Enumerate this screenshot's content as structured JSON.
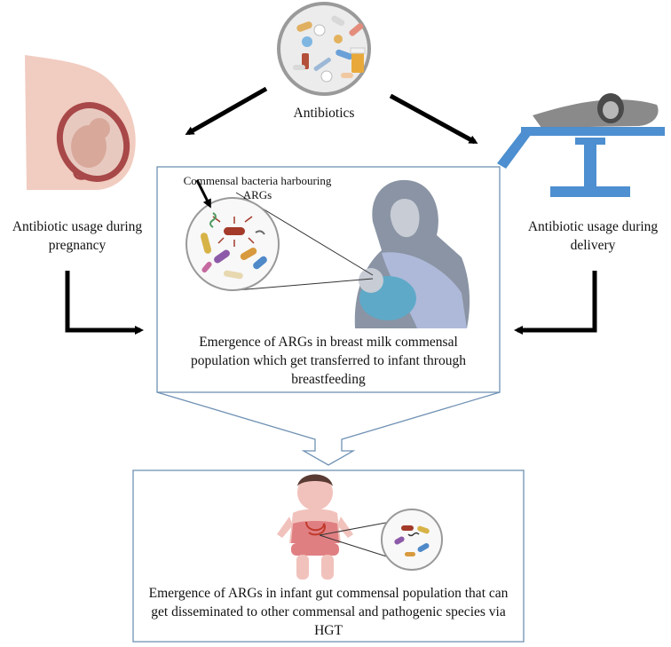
{
  "labels": {
    "antibiotics": "Antibiotics",
    "pregnancy": "Antibiotic usage during pregnancy",
    "delivery": "Antibiotic usage during delivery",
    "commensal": "Commensal bacteria harbouring ARGs",
    "breast_milk": "Emergence of ARGs in breast milk commensal population which get transferred to infant through breastfeeding",
    "infant_gut": "Emergence of ARGs in infant gut commensal population that can get disseminated to other commensal and pathogenic species via HGT"
  },
  "icons": [
    "pills-circle-icon",
    "pregnant-womb-icon",
    "delivery-table-icon",
    "breastfeeding-mother-icon",
    "bacteria-cluster-icon",
    "infant-gut-icon",
    "infant-bacteria-icon"
  ],
  "colors": {
    "box_border": "#6f91b4",
    "arrow": "#000000",
    "table_blue": "#4d8fd0",
    "skin": "#f1c9bd",
    "womb": "#a84848"
  }
}
